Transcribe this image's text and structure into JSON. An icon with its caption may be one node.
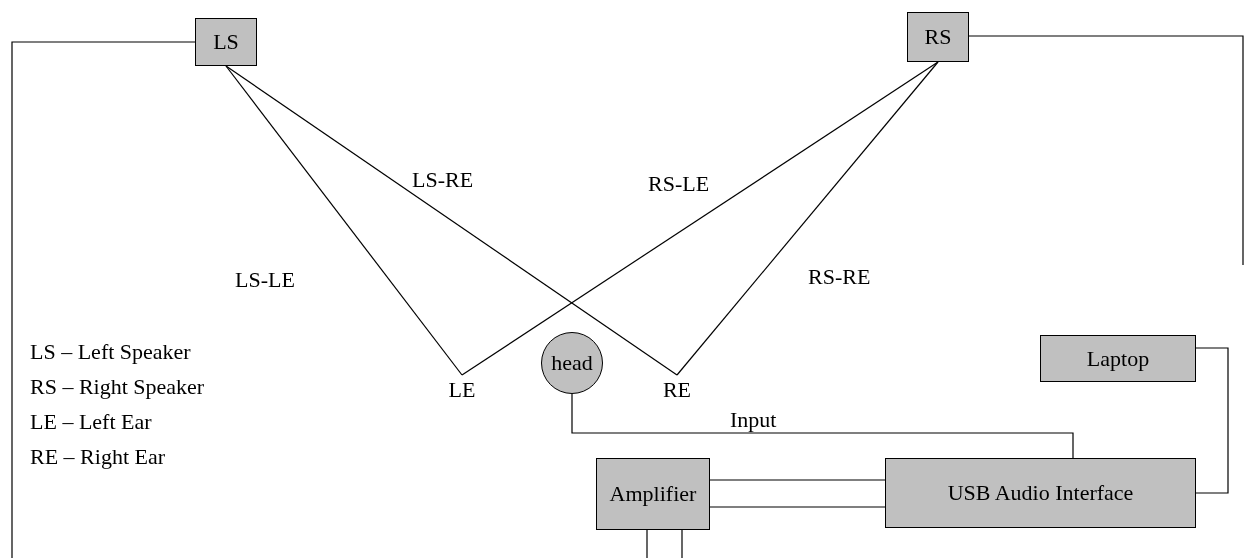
{
  "diagram": {
    "nodes": [
      {
        "text": [
          "LS"
        ]
      },
      {
        "text": [
          "RS"
        ]
      },
      {
        "text": [
          "LE"
        ]
      },
      {
        "text": [
          "head"
        ]
      },
      {
        "text": [
          "RE"
        ]
      },
      {
        "text": [
          "Laptop"
        ]
      },
      {
        "text": [
          "Amplifier"
        ]
      },
      {
        "text": [
          "USB Audio Interface"
        ]
      }
    ],
    "edges": [
      {
        "from": 0,
        "to": 2,
        "arrow": "none",
        "label": "LS-LE"
      },
      {
        "from": 0,
        "to": 4,
        "arrow": "none",
        "label": "LS-RE"
      },
      {
        "from": 1,
        "to": 2,
        "arrow": "none",
        "label": "RS-LE"
      },
      {
        "from": 1,
        "to": 4,
        "arrow": "none",
        "label": "RS-RE"
      },
      {
        "from": 0,
        "to": null,
        "arrow": "none"
      },
      {
        "from": 1,
        "to": null,
        "arrow": "none"
      },
      {
        "from": 3,
        "to": 7,
        "arrow": "none",
        "label": "Input"
      },
      {
        "from": 6,
        "to": 7,
        "arrow": "none"
      },
      {
        "from": 6,
        "to": 7,
        "arrow": "none"
      },
      {
        "from": 5,
        "to": 7,
        "arrow": "none"
      },
      {
        "from": 6,
        "to": null,
        "arrow": "none"
      },
      {
        "from": 6,
        "to": null,
        "arrow": "none"
      }
    ],
    "labels": [
      "LS – Left Speaker",
      "RS – Right Speaker",
      "LE – Left Ear",
      "RE – Right Ear"
    ]
  }
}
